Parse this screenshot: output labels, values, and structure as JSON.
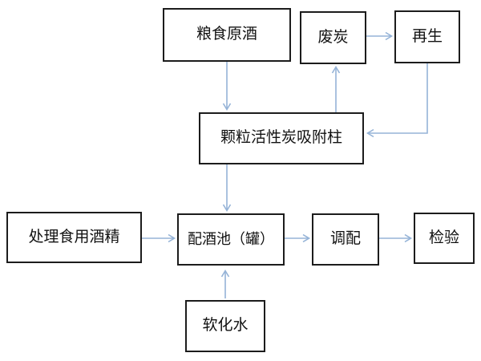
{
  "colors": {
    "arrow": "#95b3d7",
    "box_border": "#1c1c1c",
    "box_fill": "#ffffff",
    "text": "#111111",
    "background": "#ffffff"
  },
  "nodes": [
    {
      "id": "grain-raw-liquor",
      "label": "粮食原酒"
    },
    {
      "id": "spent-carbon",
      "label": "废炭"
    },
    {
      "id": "regeneration",
      "label": "再生"
    },
    {
      "id": "carbon-adsorption-column",
      "label": "颗粒活性炭吸附柱"
    },
    {
      "id": "treated-edible-alcohol",
      "label": "处理食用酒精"
    },
    {
      "id": "blending-tank",
      "label": "配酒池（罐）"
    },
    {
      "id": "blending",
      "label": "调配"
    },
    {
      "id": "inspection",
      "label": "检验"
    },
    {
      "id": "softened-water",
      "label": "软化水"
    }
  ],
  "edges": [
    {
      "from": "grain-raw-liquor",
      "to": "carbon-adsorption-column"
    },
    {
      "from": "carbon-adsorption-column",
      "to": "spent-carbon"
    },
    {
      "from": "spent-carbon",
      "to": "regeneration"
    },
    {
      "from": "regeneration",
      "to": "carbon-adsorption-column"
    },
    {
      "from": "carbon-adsorption-column",
      "to": "blending-tank"
    },
    {
      "from": "treated-edible-alcohol",
      "to": "blending-tank"
    },
    {
      "from": "blending-tank",
      "to": "blending"
    },
    {
      "from": "blending",
      "to": "inspection"
    },
    {
      "from": "softened-water",
      "to": "blending-tank"
    }
  ]
}
